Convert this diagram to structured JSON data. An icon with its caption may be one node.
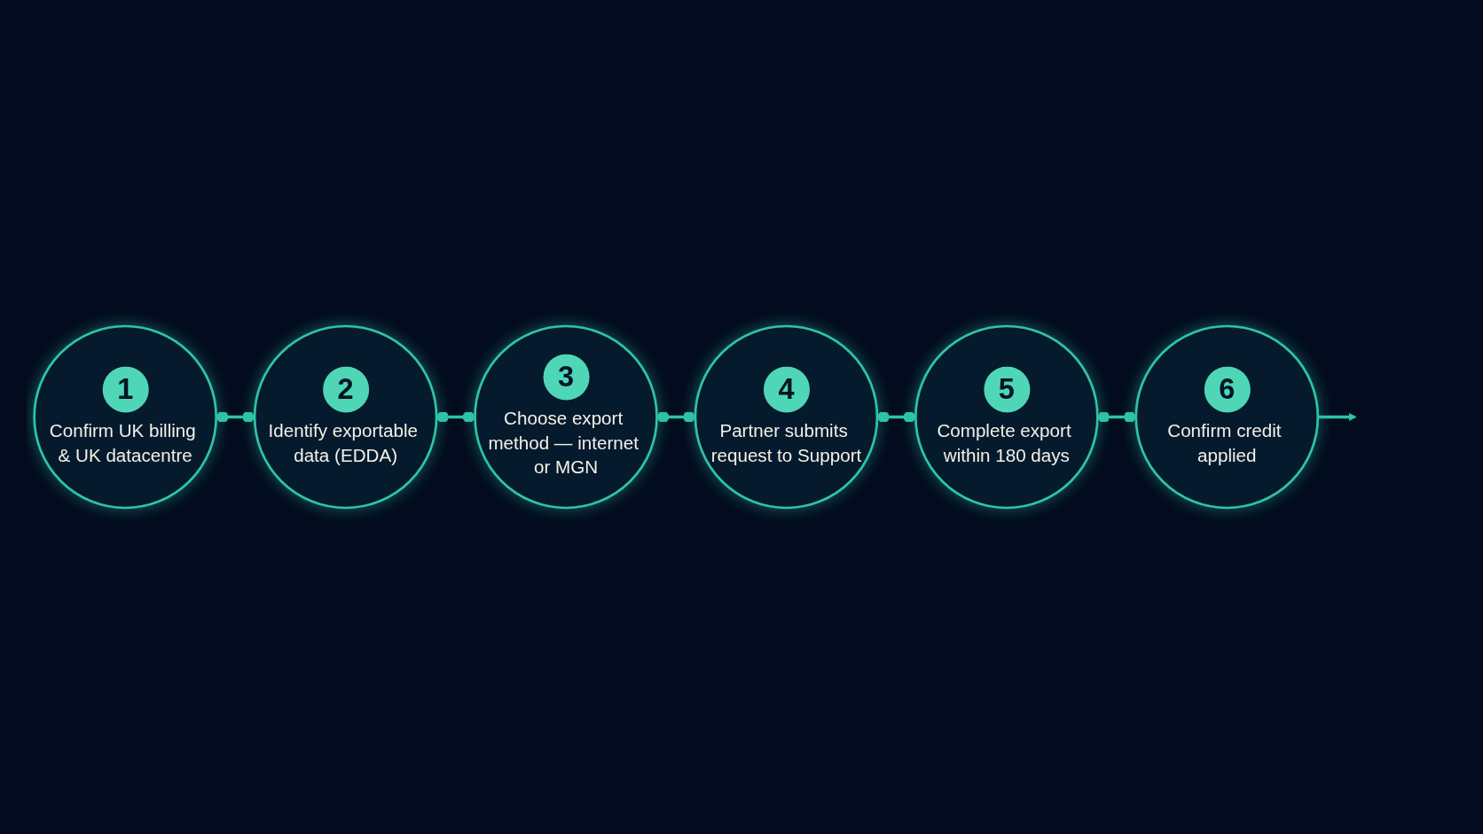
{
  "diagram": {
    "nodes": [
      {
        "text": [
          "1",
          "Confirm UK billing & UK datacentre"
        ]
      },
      {
        "text": [
          "2",
          "Identify exportable data (EDDA)"
        ]
      },
      {
        "text": [
          "3",
          "Choose export method — internet or MGN"
        ]
      },
      {
        "text": [
          "4",
          "Partner submits request to Support"
        ]
      },
      {
        "text": [
          "5",
          "Complete export within 180 days"
        ]
      },
      {
        "text": [
          "6",
          "Confirm credit applied"
        ]
      }
    ],
    "edges": [
      {
        "from": 0,
        "to": 1,
        "arrow": "other"
      },
      {
        "from": 1,
        "to": 2,
        "arrow": "other"
      },
      {
        "from": 2,
        "to": 3,
        "arrow": "other"
      },
      {
        "from": 3,
        "to": 4,
        "arrow": "other"
      },
      {
        "from": 4,
        "to": 5,
        "arrow": "other"
      },
      {
        "from": 5,
        "to": null,
        "arrow": "to"
      }
    ]
  }
}
